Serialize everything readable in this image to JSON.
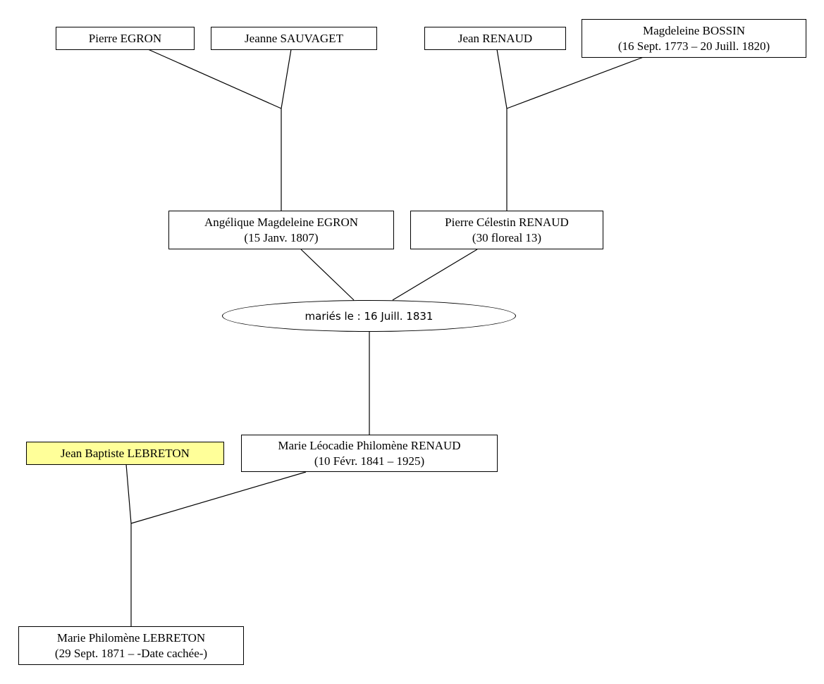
{
  "people": {
    "pierre_egron": {
      "name": "Pierre EGRON"
    },
    "jeanne_sauvaget": {
      "name": "Jeanne SAUVAGET"
    },
    "jean_renaud": {
      "name": "Jean RENAUD"
    },
    "magdeleine_bossin": {
      "name": "Magdeleine BOSSIN",
      "dates": "(16 Sept. 1773 – 20 Juill. 1820)"
    },
    "angelique_egron": {
      "name": "Angélique Magdeleine EGRON",
      "dates": "(15 Janv. 1807)"
    },
    "pierre_celestin_renaud": {
      "name": "Pierre Célestin RENAUD",
      "dates": "(30 floreal 13)"
    },
    "jean_baptiste_lebreton": {
      "name": "Jean Baptiste LEBRETON"
    },
    "marie_leocadie_renaud": {
      "name": "Marie Léocadie Philomène RENAUD",
      "dates": "(10 Févr. 1841 – 1925)"
    },
    "marie_philomene_lebreton": {
      "name": "Marie Philomène LEBRETON",
      "dates": "(29 Sept. 1871 – -Date cachée-)"
    }
  },
  "marriage": {
    "label": "mariés le : 16 Juill. 1831"
  },
  "colors": {
    "highlight": "#ffff99",
    "line": "#000000",
    "box": "#ffffff"
  }
}
